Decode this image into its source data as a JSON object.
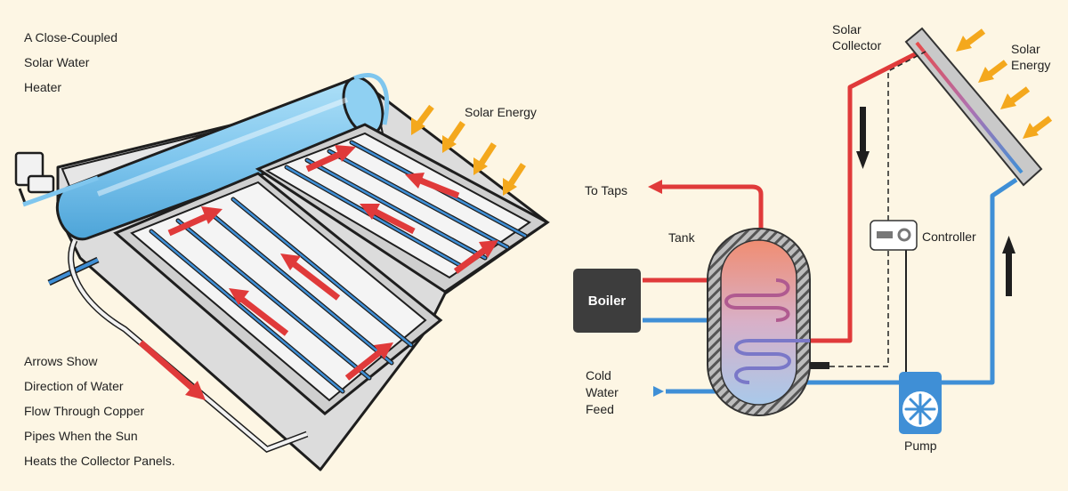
{
  "left_panel": {
    "title_lines": [
      "A Close-Coupled",
      "Solar Water",
      "Heater"
    ],
    "solar_energy_label": "Solar Energy",
    "caption_lines": [
      "Arrows Show",
      "Direction of Water",
      "Flow Through Copper",
      "Pipes When the Sun",
      "Heats the Collector Panels."
    ]
  },
  "right_panel": {
    "solar_collector_label": [
      "Solar",
      "Collector"
    ],
    "solar_energy_label": [
      "Solar",
      "Energy"
    ],
    "to_taps_label": "To Taps",
    "tank_label": "Tank",
    "boiler_label": "Boiler",
    "controller_label": "Controller",
    "cold_water_feed_label": [
      "Cold",
      "Water",
      "Feed"
    ],
    "pump_label": "Pump"
  },
  "colors": {
    "background": "#fdf6e4",
    "hot_pipe": "#e03a3a",
    "cold_pipe": "#3f8fd6",
    "flow_arrow": "#e03a3a",
    "sun_arrow": "#f4a81d",
    "tank_blue": "#7fc6ee",
    "panel_grey": "#bdbdbd"
  }
}
